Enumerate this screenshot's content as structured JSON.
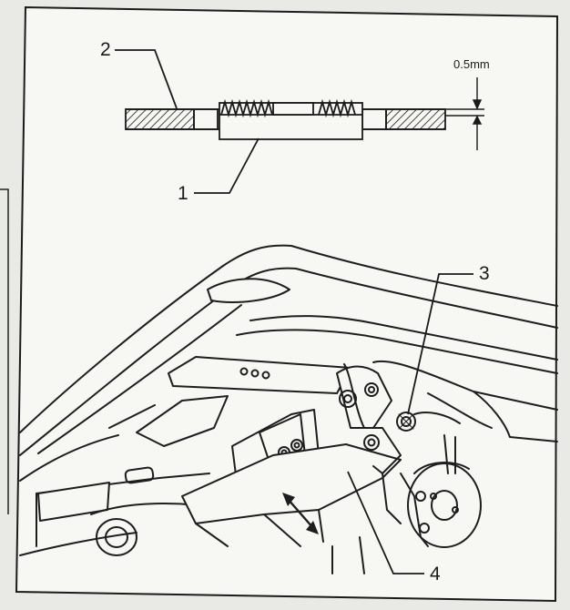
{
  "figure": {
    "callouts": {
      "c1": "1",
      "c2": "2",
      "c3": "3",
      "c4": "4"
    },
    "dimension": "0.5mm"
  },
  "colors": {
    "paper": "#f7f7f4",
    "line": "#1a1a1a",
    "background": "#e9e9e6"
  }
}
